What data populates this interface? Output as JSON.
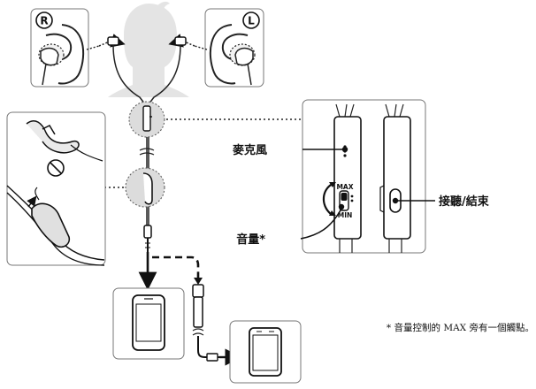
{
  "labels": {
    "microphone": "麥克風",
    "volume": "音量*",
    "answer_end": "接聽/結束",
    "right_marker": "R",
    "left_marker": "L",
    "vol_max": "MAX",
    "vol_min": "MIN"
  },
  "footnote": "* 音量控制的 MAX 旁有一個觸點。",
  "colors": {
    "line": "#222222",
    "highlight": "#d9d9d9",
    "panel_border": "#777777"
  }
}
